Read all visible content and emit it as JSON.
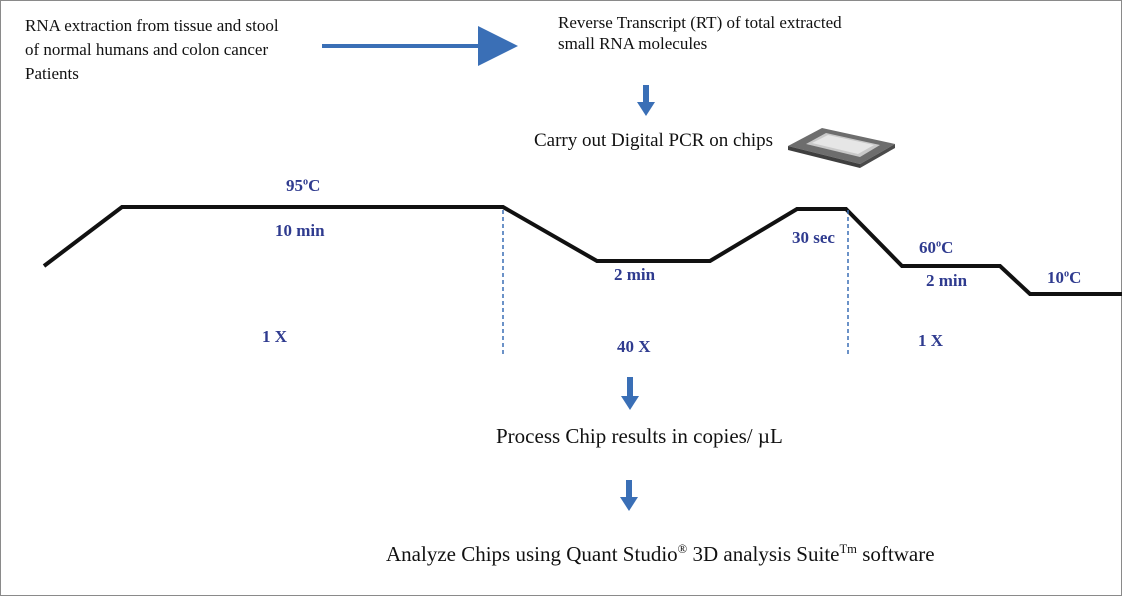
{
  "steps": {
    "extraction": [
      "RNA extraction from tissue and stool",
      "of normal humans and colon cancer",
      "Patients"
    ],
    "rt": [
      "Reverse Transcript (RT) of total extracted",
      "small RNA molecules"
    ],
    "dpcr": "Carry out Digital PCR on chips",
    "process": "Process Chip results in copies/ µL",
    "analyze": {
      "part1": "Analyze Chips using Quant Studio",
      "reg": "®",
      "part2": " 3D analysis Suite",
      "tm": "Tm",
      "part3": " software"
    }
  },
  "profile": {
    "temp_95_value": "95",
    "temp_60_value": "60",
    "temp_10_value": "10",
    "degree_symbol": "o",
    "celsius": "C",
    "time_10min": "10 min",
    "time_2min_a": "2 min",
    "time_30sec": "30 sec",
    "time_2min_b": "2 min",
    "cycles_1x_a": "1 X",
    "cycles_40x": "40 X",
    "cycles_1x_b": "1 X"
  },
  "colors": {
    "arrow": "#3a6fb6",
    "label": "#2f3b8f",
    "line": "#111111",
    "divider": "#3a6fb6"
  }
}
